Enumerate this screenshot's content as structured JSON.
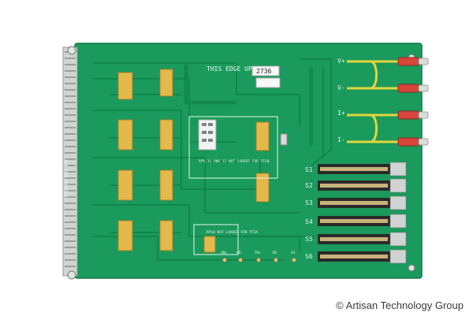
{
  "board": {
    "edge_label": "THIS EDGE UP",
    "part_number": "2736",
    "dip_note": "RP9,11 AND 12 NOT LOADED FOR TFSB",
    "rp10_note": "RP10 NOT LOADED FOR TFSA",
    "vertical_text": "MOSTRAN ERIK BSK",
    "terminal_labels": [
      "V+",
      "V-",
      "I+",
      "I-"
    ],
    "slot_labels": [
      "S1",
      "S2",
      "S3",
      "S4",
      "S5",
      "S6"
    ],
    "bottom_pads": [
      "VB+",
      "VB-",
      "IB+",
      "IB-",
      "GS"
    ]
  },
  "watermark": "© Artisan Technology Group",
  "colors": {
    "pcb": "#1a9a5c",
    "pcb_dark": "#13804b",
    "component": "#e3b94b",
    "wire": "#e3d53c",
    "lug": "#d8453b"
  }
}
